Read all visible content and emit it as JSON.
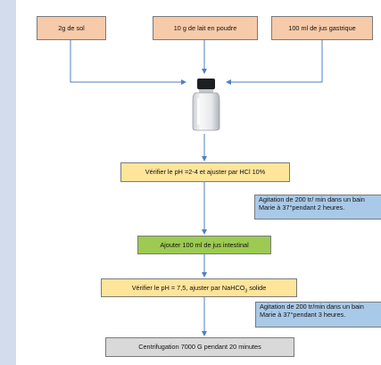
{
  "colors": {
    "sample_box": "#f7caa9",
    "check_box": "#fee59a",
    "add_box": "#9cca52",
    "note_box": "#a9c9e8",
    "final_box": "#d9d9d9",
    "arrow": "#4f7fc4",
    "page_background": "#d2dcec"
  },
  "inputs": {
    "sol": "2g de sol",
    "lait": "10 g de lait en poudre",
    "jus_gastrique": "100 ml de jus gastrique"
  },
  "steps": {
    "ph_acid": "Vérifier le pH =2-4 et ajuster par HCl 10%",
    "agitation1_line1": "Agitation de 200 tr/ min dans un bain",
    "agitation1_line2": "Marie à 37°pendant 2 heures.",
    "jus_intestinal": "Ajouter 100 ml de jus intestinal",
    "ph_neutral_prefix": "Vérifier le pH = 7,5, ajuster par NaHCO",
    "ph_neutral_sub": "3",
    "ph_neutral_suffix": " solide",
    "agitation2_line1": "Agitation de 200 tr/min dans un bain",
    "agitation2_line2": "Marie à 37°pendant 3 heures.",
    "centrifugation": "Centrifugation 7000 G pendant 20 minutes"
  },
  "icons": {
    "bottle": "glass-bottle-icon"
  }
}
